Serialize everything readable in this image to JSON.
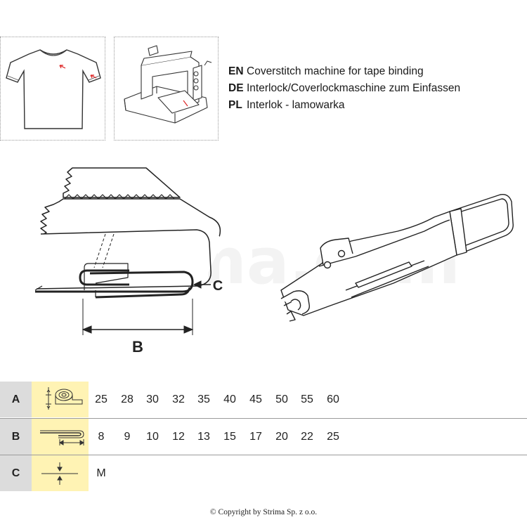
{
  "languages": [
    {
      "code": "EN",
      "text": "Coverstitch machine for tape binding"
    },
    {
      "code": "DE",
      "text": "Interlock/Coverlockmaschine zum Einfassen"
    },
    {
      "code": "PL",
      "text": "Interlok - lamowarka"
    }
  ],
  "diagram": {
    "label_b": "B",
    "label_c": "C",
    "watermark": "strima.com"
  },
  "spec_table": {
    "rows": [
      {
        "letter": "A",
        "icon": "tape-roll-width-icon",
        "values": [
          "25",
          "28",
          "30",
          "32",
          "35",
          "40",
          "45",
          "50",
          "55",
          "60"
        ]
      },
      {
        "letter": "B",
        "icon": "folded-width-icon",
        "values": [
          "8",
          "9",
          "10",
          "12",
          "13",
          "15",
          "17",
          "20",
          "22",
          "25"
        ]
      },
      {
        "letter": "C",
        "icon": "material-thickness-icon",
        "values": [
          "M"
        ]
      }
    ],
    "colors": {
      "letter_bg": "#dcdcdc",
      "icon_bg": "#fff3b4"
    }
  },
  "copyright": "© Copyright by Strima Sp. z o.o."
}
